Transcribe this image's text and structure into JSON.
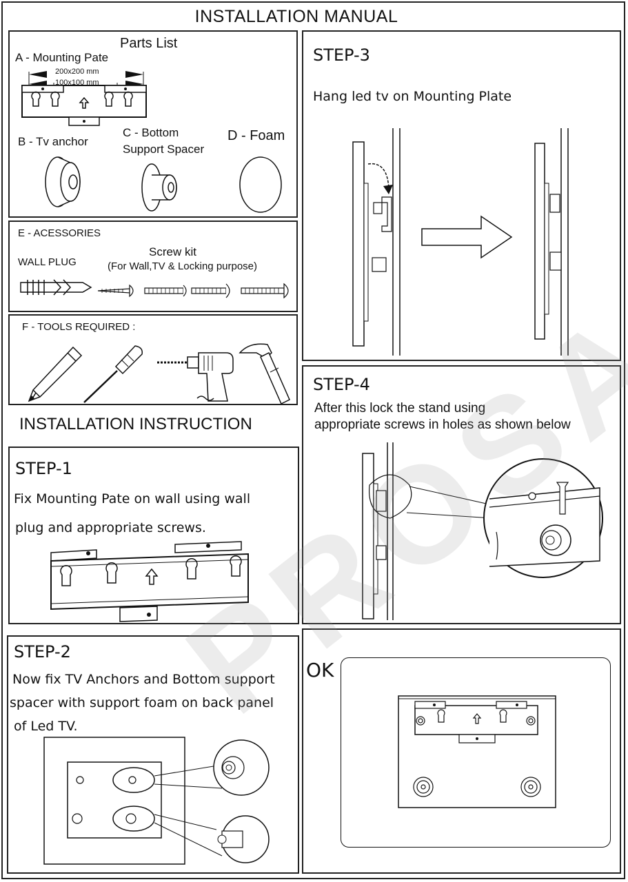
{
  "title": "INSTALLATION MANUAL",
  "parts": {
    "heading": "Parts List",
    "a_label": "A - Mounting Pate",
    "dim_200": "200x200 mm",
    "dim_100": "100x100 mm",
    "b_label": "B - Tv anchor",
    "c_label_1": "C - Bottom",
    "c_label_2": "Support Spacer",
    "d_label": "D - Foam"
  },
  "accessories": {
    "heading": "E - ACESSORIES",
    "wall_plug": "WALL PLUG",
    "screw_kit": "Screw kit",
    "screw_kit_note": "(For Wall,TV & Locking purpose)"
  },
  "tools": {
    "heading": "F - TOOLS REQUIRED :"
  },
  "instruction_heading": "INSTALLATION INSTRUCTION",
  "step1": {
    "heading": "STEP-1",
    "line1": "Fix Mounting Pate on wall using wall",
    "line2": "plug and appropriate screws."
  },
  "step2": {
    "heading": "STEP-2",
    "line1": "Now fix TV Anchors and Bottom support",
    "line2": "spacer with support  foam on back panel",
    "line3": "of Led TV."
  },
  "step3": {
    "heading": "STEP-3",
    "line1": "Hang led tv on Mounting Plate"
  },
  "step4": {
    "heading": "STEP-4",
    "line1": "After this lock the stand using",
    "line2": "appropriate screws in holes as shown below"
  },
  "ok": {
    "label": "OK"
  },
  "watermark": "PROSAC"
}
